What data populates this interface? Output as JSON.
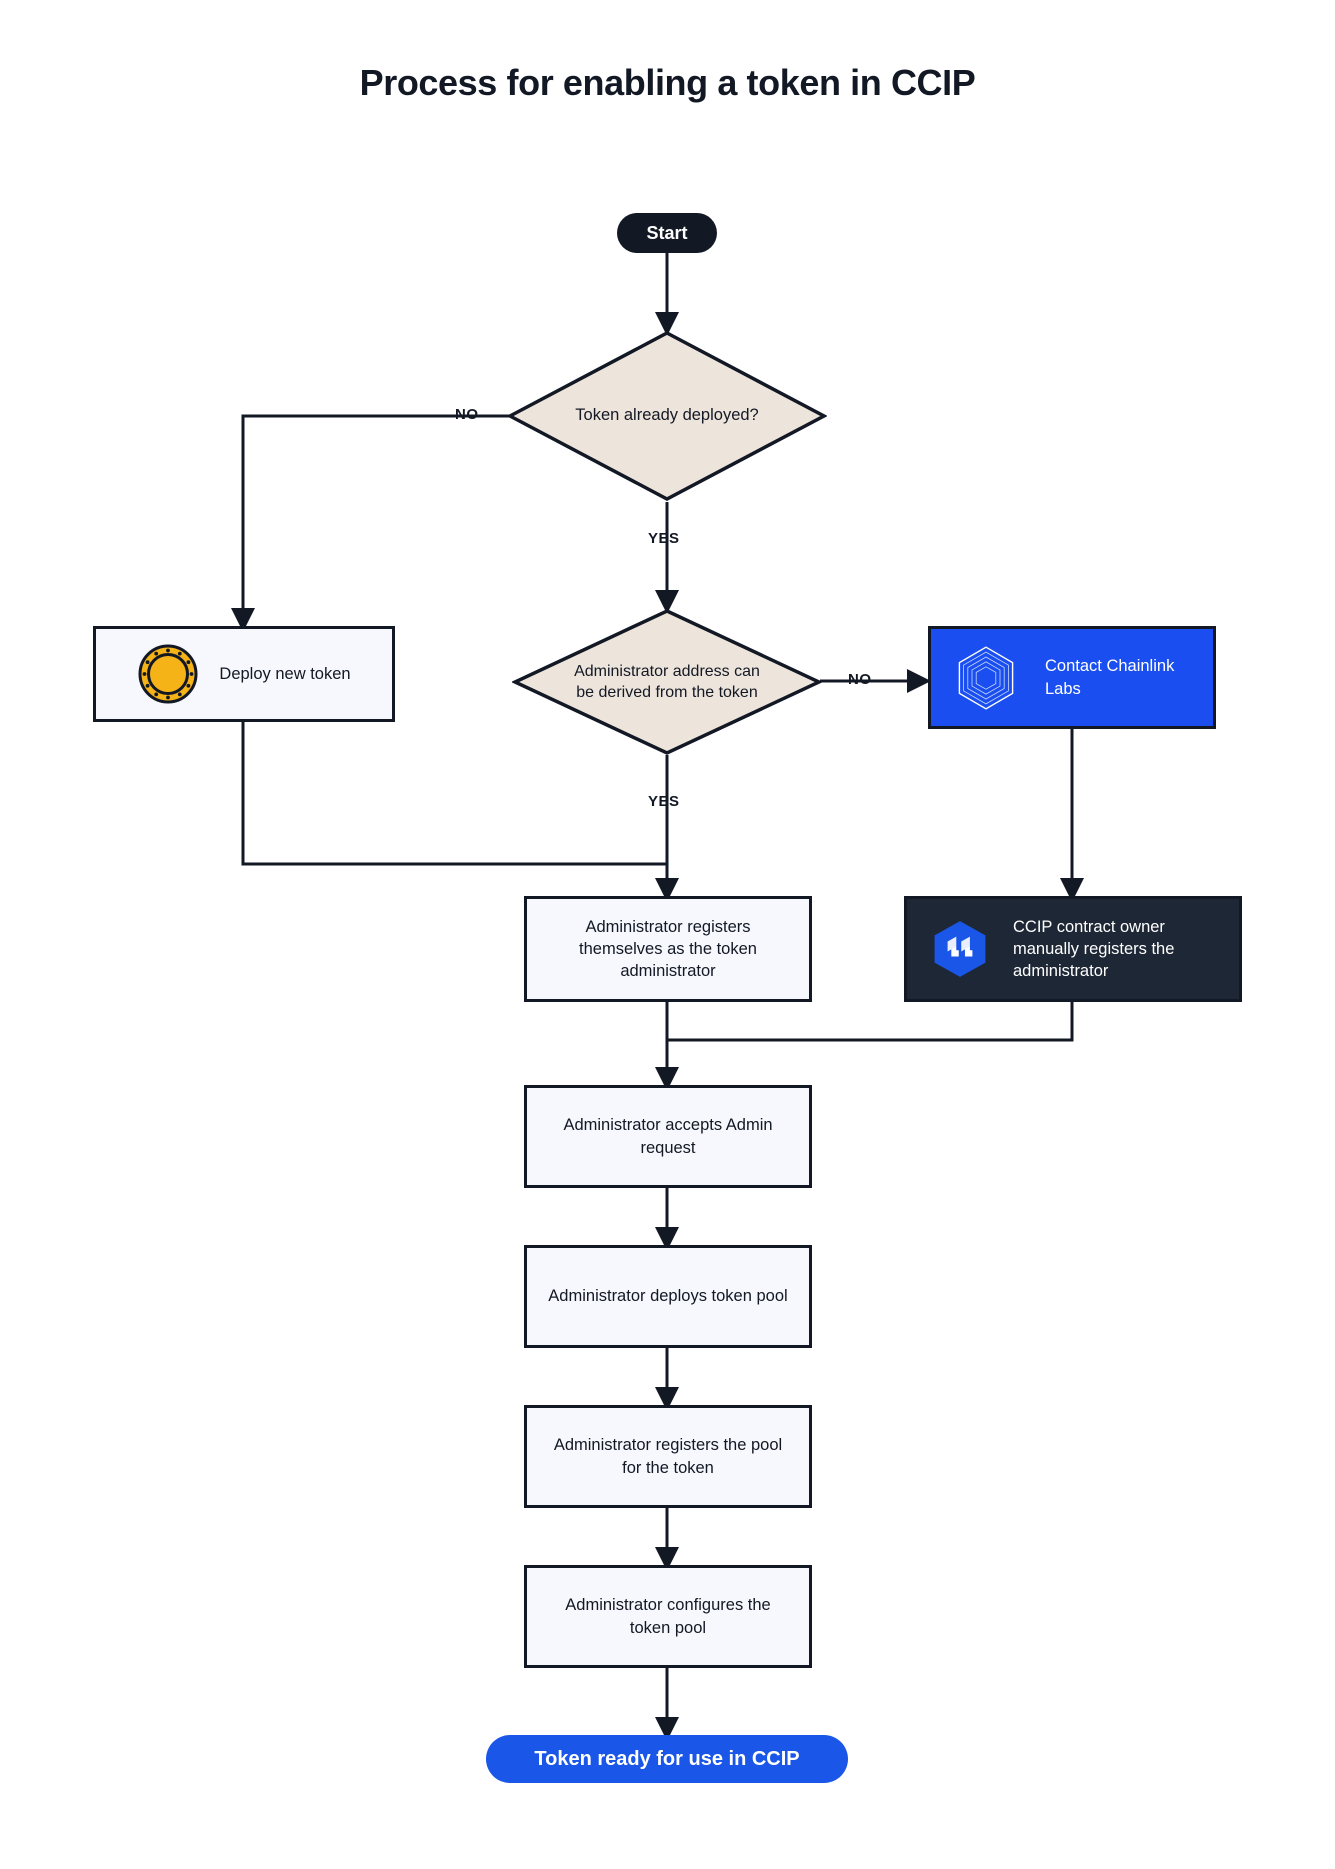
{
  "title": "Process for enabling a token in CCIP",
  "colors": {
    "ink": "#131825",
    "decision_fill": "#ede5db",
    "process_fill": "#f6f8fd",
    "chainlink_blue": "#1a4ef0",
    "ccip_dark": "#1e2735",
    "terminator_end": "#1a56e8",
    "coin_gold": "#f5b318",
    "background": "#ffffff"
  },
  "nodes": {
    "start": {
      "label": "Start",
      "type": "terminator"
    },
    "decision_deployed": {
      "label": "Token already deployed?",
      "type": "decision"
    },
    "decision_admin_derived": {
      "label": "Administrator address can be derived from the token",
      "type": "decision"
    },
    "deploy_new_token": {
      "label": "Deploy new token",
      "type": "process",
      "icon": "gold-coin-icon"
    },
    "contact_chainlink": {
      "label": "Contact Chainlink Labs",
      "type": "process",
      "icon": "chainlink-logo-icon"
    },
    "ccip_owner_registers": {
      "label": "CCIP contract owner manually registers the administrator",
      "type": "process",
      "icon": "ccip-logo-icon"
    },
    "admin_registers_self": {
      "label": "Administrator registers themselves as the token administrator",
      "type": "process"
    },
    "admin_accepts": {
      "label": "Administrator accepts Admin request",
      "type": "process"
    },
    "admin_deploys_pool": {
      "label": "Administrator deploys token pool",
      "type": "process"
    },
    "admin_registers_pool": {
      "label": "Administrator registers the pool for the token",
      "type": "process"
    },
    "admin_configures_pool": {
      "label": "Administrator configures the token pool",
      "type": "process"
    },
    "end": {
      "label": "Token ready for use in CCIP",
      "type": "terminator"
    }
  },
  "edge_labels": {
    "deployed_no": "NO",
    "deployed_yes": "YES",
    "admin_no": "NO",
    "admin_yes": "YES"
  }
}
